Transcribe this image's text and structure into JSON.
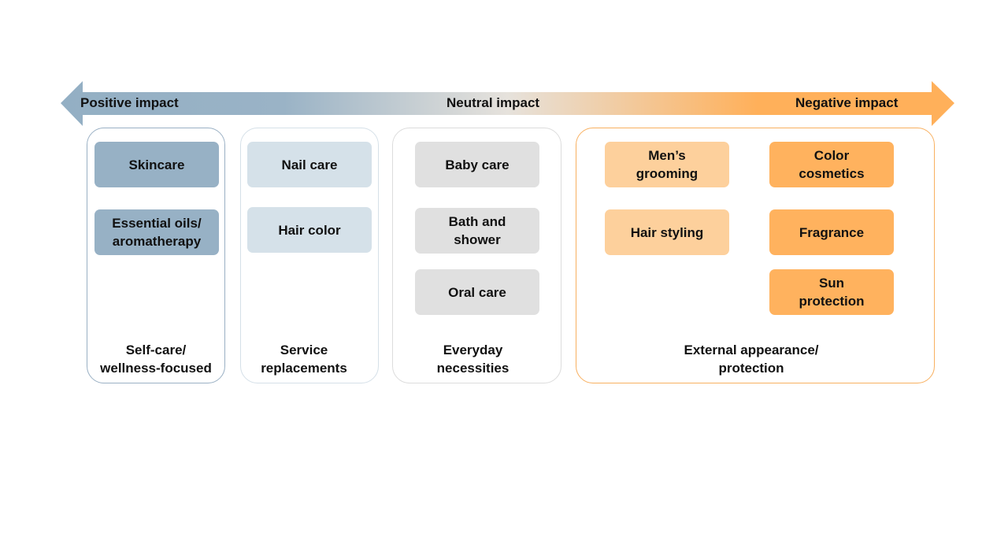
{
  "axis": {
    "left_label": "Positive impact",
    "center_label": "Neutral impact",
    "right_label": "Negative impact",
    "colors": {
      "positive": "#93afc4",
      "neutral": "#e8dccf",
      "negative": "#ffb05a"
    }
  },
  "groups": [
    {
      "label": "Self-care/\nwellness-focused",
      "items": [
        "Skincare",
        "Essential oils/\naromatherapy"
      ]
    },
    {
      "label": "Service\nreplacements",
      "items": [
        "Nail care",
        "Hair color"
      ]
    },
    {
      "label": "Everyday\nnecessities",
      "items": [
        "Baby care",
        "Bath and\nshower",
        "Oral care"
      ]
    },
    {
      "label": "External appearance/\nprotection",
      "items": [
        "Men’s\ngrooming",
        "Hair styling",
        "Color\ncosmetics",
        "Fragrance",
        "Sun\nprotection"
      ]
    }
  ]
}
